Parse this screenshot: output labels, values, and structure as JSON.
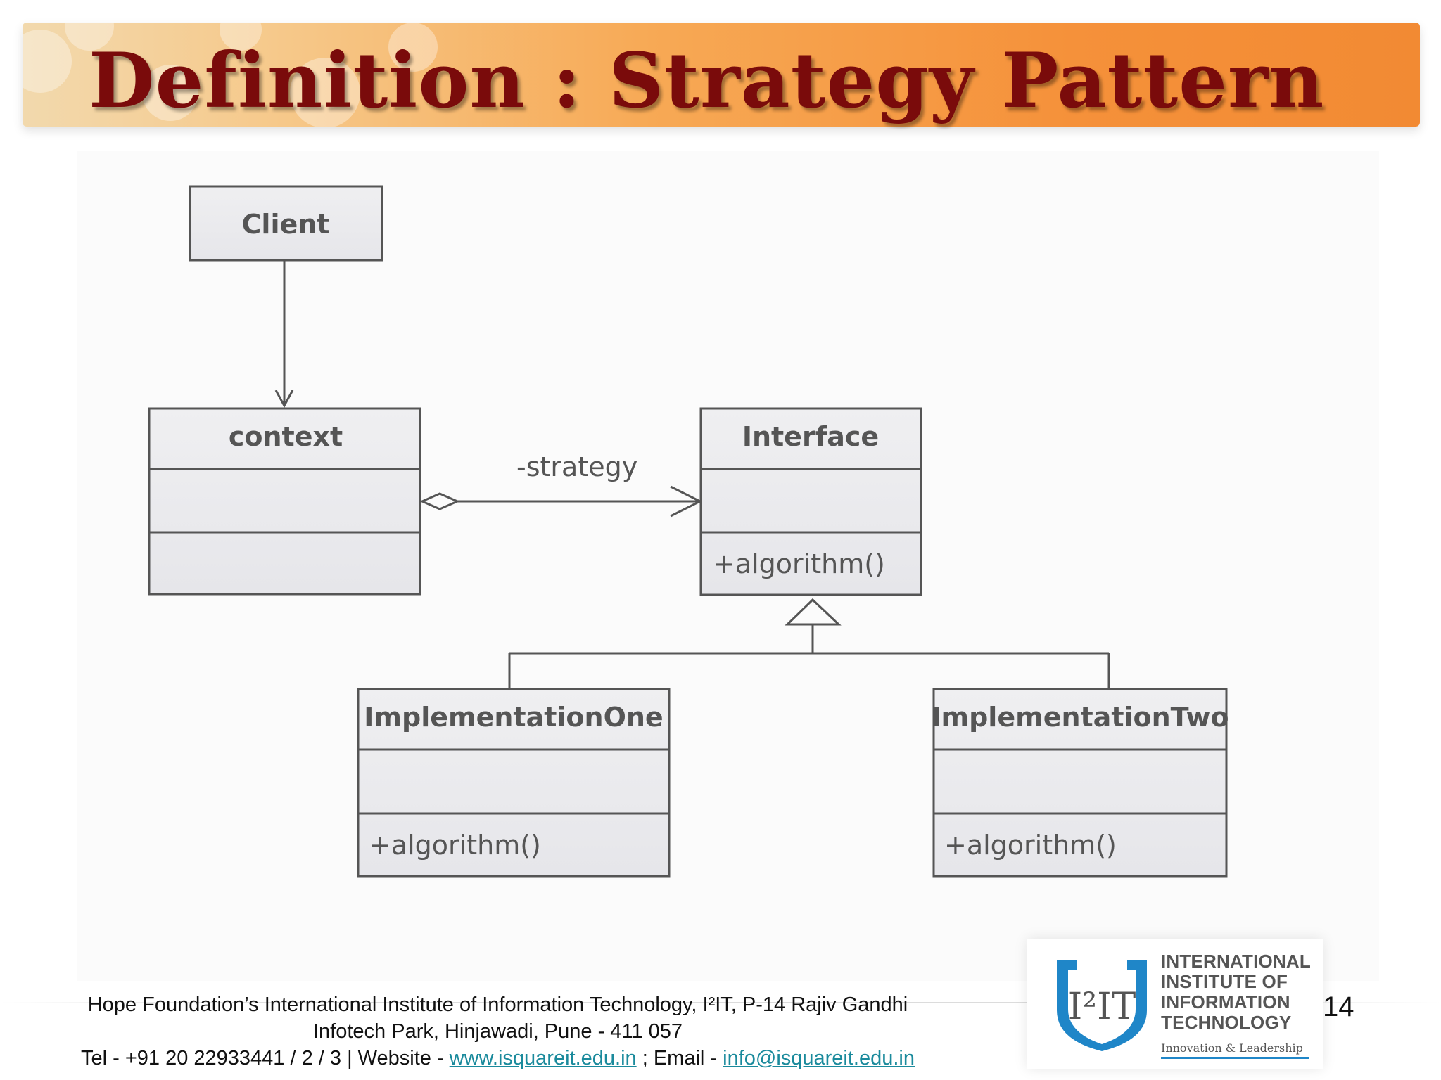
{
  "slide": {
    "title": "Definition : Strategy Pattern",
    "page_number": "14"
  },
  "diagram": {
    "classes": {
      "client": {
        "name": "Client"
      },
      "context": {
        "name": "context"
      },
      "interface": {
        "name": "Interface",
        "method": "+algorithm()"
      },
      "impl_one": {
        "name": "ImplementationOne",
        "method": "+algorithm()"
      },
      "impl_two": {
        "name": "ImplementationTwo",
        "method": "+algorithm()"
      }
    },
    "edges": {
      "strategy_label": "-strategy"
    }
  },
  "footer": {
    "line1": "Hope Foundation’s International Institute of Information Technology, I²IT, P-14 Rajiv Gandhi",
    "line2": "Infotech Park, Hinjawadi, Pune - 411 057",
    "tel": "Tel - +91 20 22933441 / 2 / 3  |  Website - ",
    "website": "www.isquareit.edu.in",
    "email_prefix": " ; Email - ",
    "email": "info@isquareit.edu.in"
  },
  "logo": {
    "mark": "I²IT",
    "line1": "INTERNATIONAL",
    "line2": "INSTITUTE OF",
    "line3": "INFORMATION",
    "line4": "TECHNOLOGY",
    "tagline": "Innovation & Leadership",
    "colors": {
      "blue": "#1f86c8",
      "gray": "#555555"
    }
  }
}
